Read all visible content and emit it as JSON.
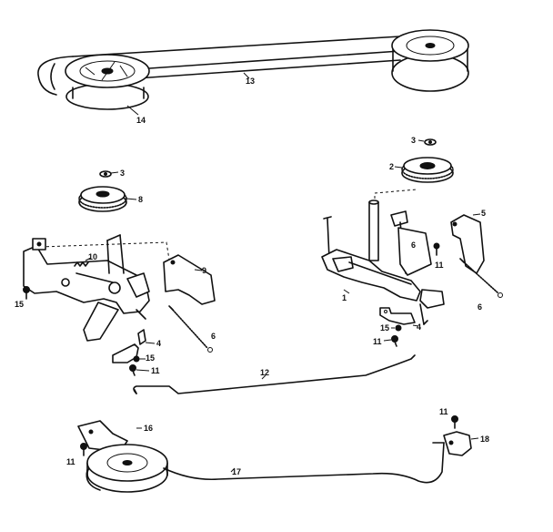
{
  "labels": {
    "belt": "13",
    "left_pulley": "14",
    "left_washer_top": "3",
    "left_gear": "8",
    "left_spring_small": "10",
    "left_bracket": "9",
    "left_screw": "15",
    "left_spring": "6",
    "left_clip": "4",
    "left_clip_screw": "15",
    "left_nut": "11",
    "right_washer_top": "3",
    "right_gear": "2",
    "right_bracket": "5",
    "right_arm_mark": "6",
    "right_lever": "1",
    "right_nut_top": "11",
    "right_spring": "6",
    "right_clip": "4",
    "right_clip_screw": "15",
    "right_nut": "11",
    "link_rod": "12",
    "motor": "16",
    "motor_screw": "11",
    "cable": "17",
    "switch_screw": "11",
    "switch": "18"
  },
  "colors": {
    "ink": "#111111",
    "paper": "#ffffff"
  }
}
